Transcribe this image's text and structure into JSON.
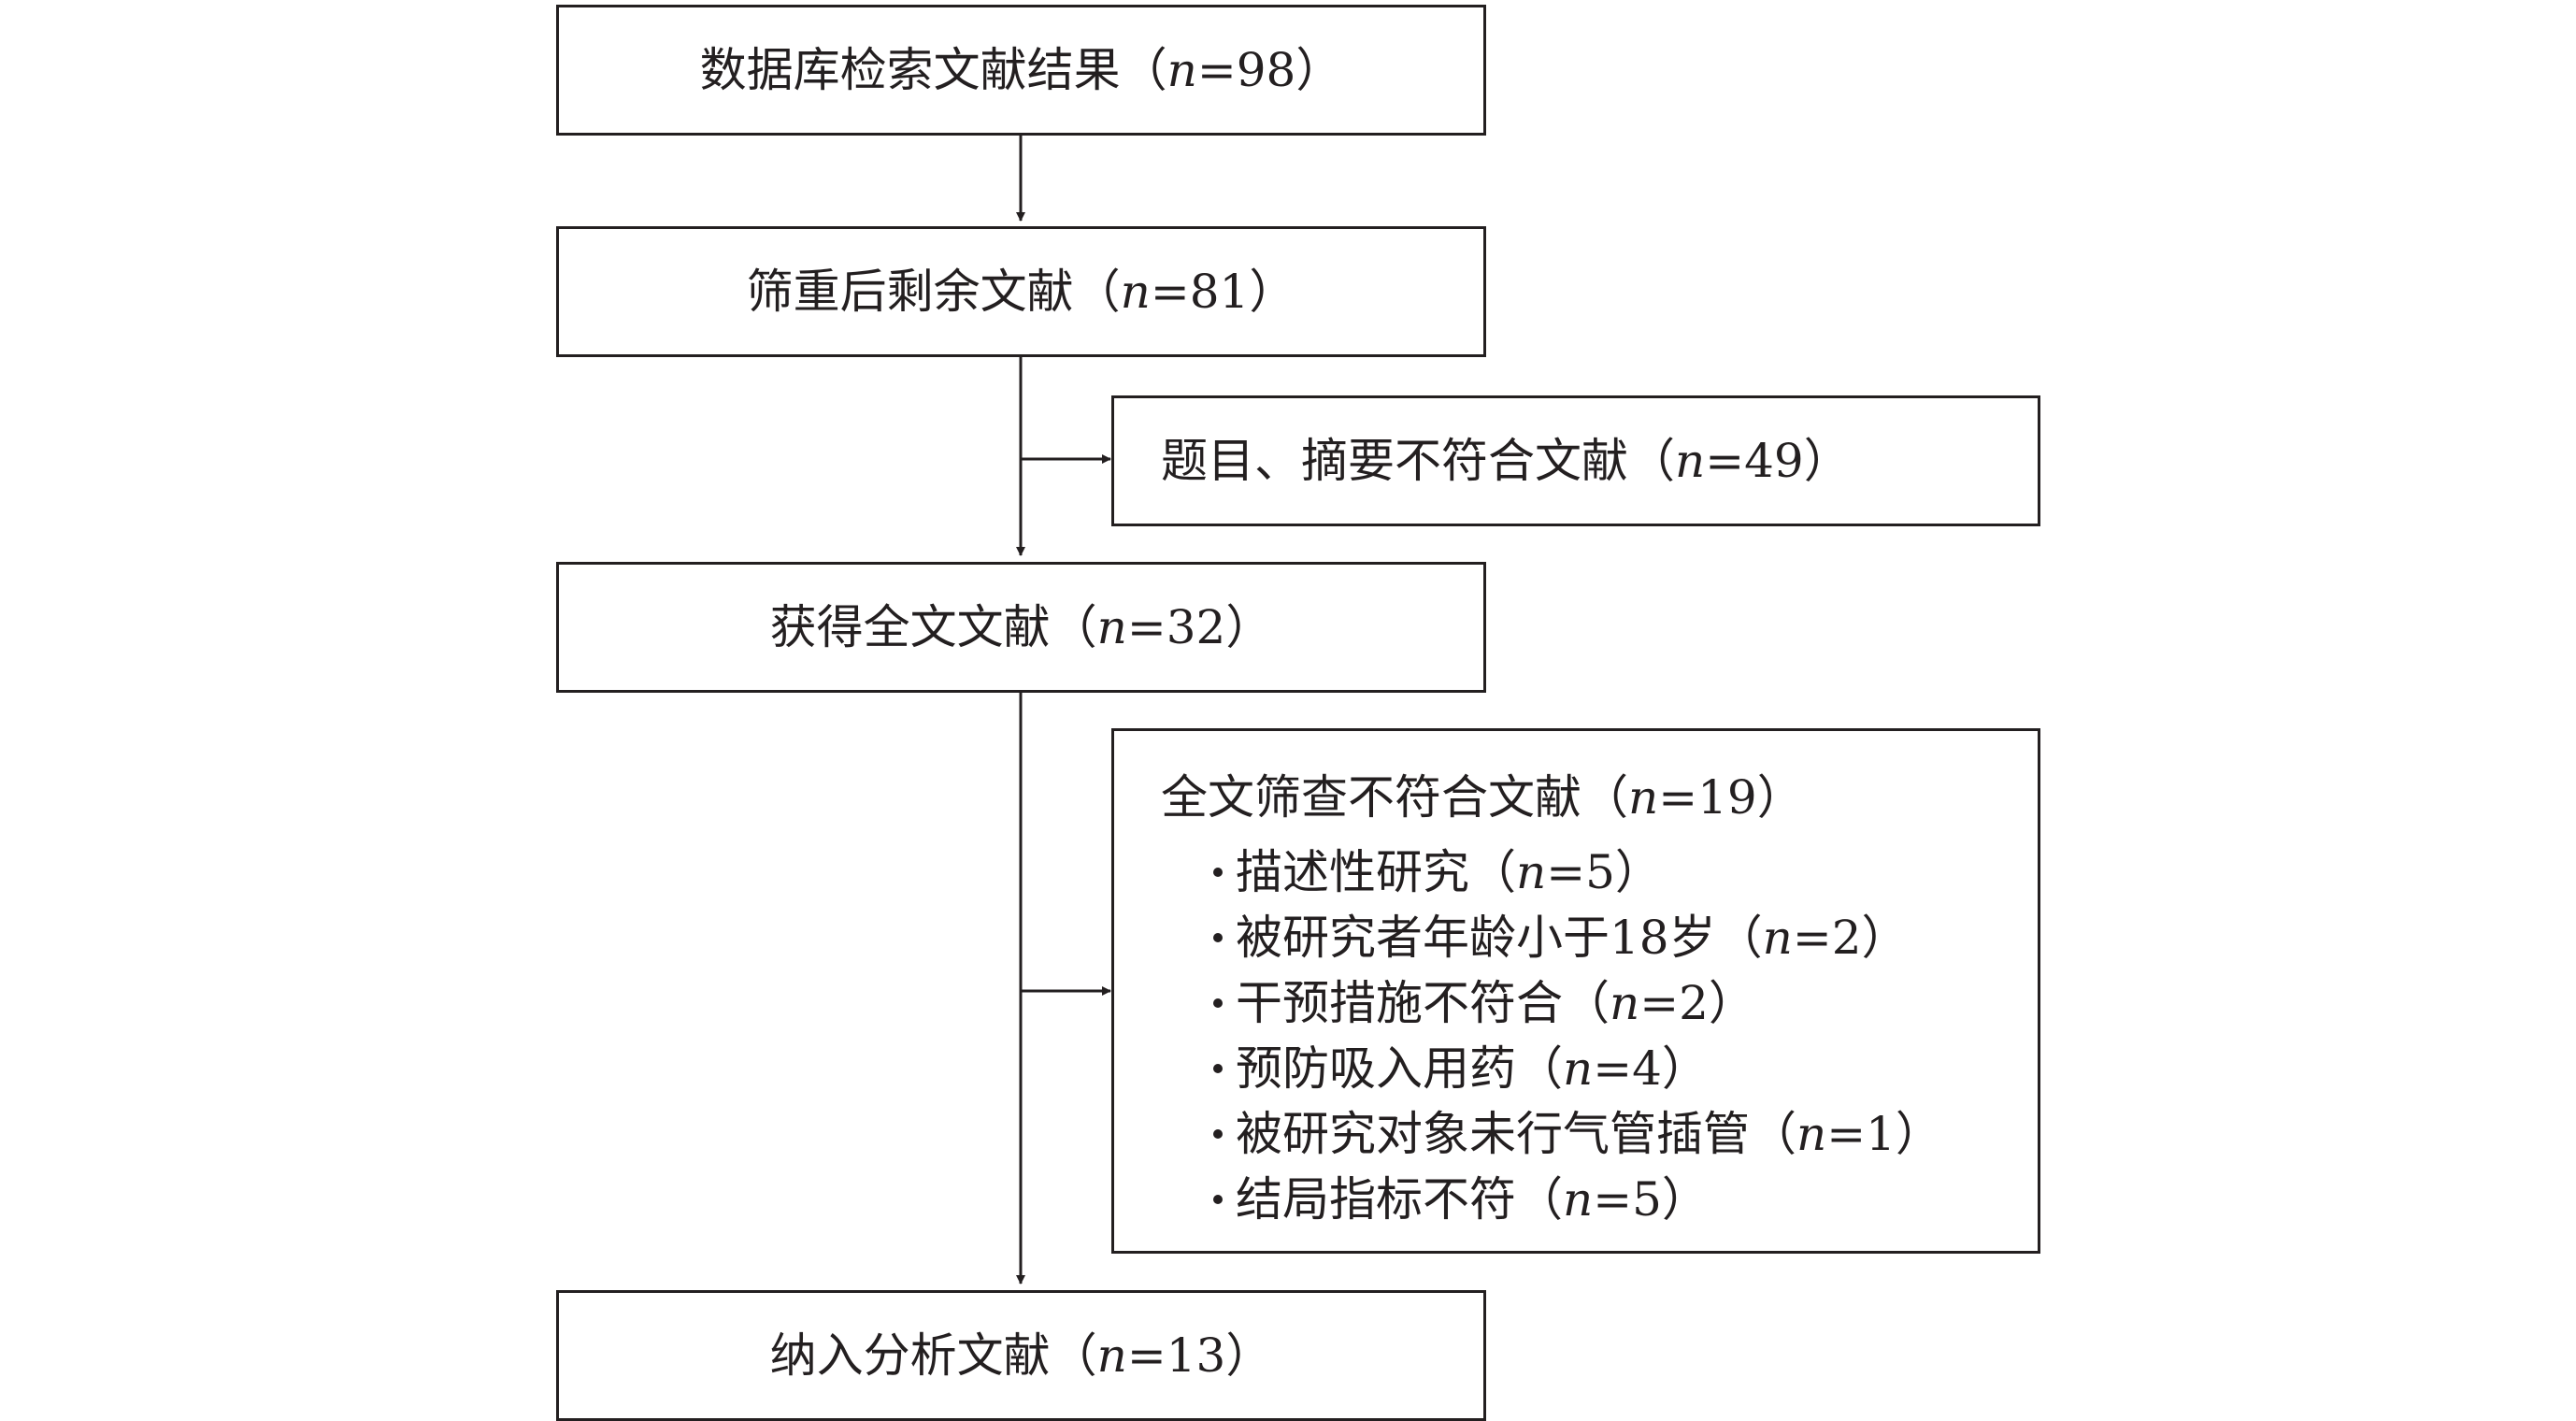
{
  "boxes": {
    "search": {
      "text": "数据库检索文献结果（",
      "n": "n",
      "value": "=98）"
    },
    "dedup": {
      "text": "筛重后剩余文献（",
      "n": "n",
      "value": "=81）"
    },
    "exclude1": {
      "text": "题目、摘要不符合文献（",
      "n": "n",
      "value": "=49）"
    },
    "fulltext": {
      "text": "获得全文文献（",
      "n": "n",
      "value": "=32）"
    },
    "exclude2": {
      "text": "全文筛查不符合文献（",
      "n": "n",
      "value": "=19）",
      "reasons": [
        {
          "text": "描述性研究（",
          "n": "n",
          "value": "=5）"
        },
        {
          "text": "被研究者年龄小于18岁（",
          "n": "n",
          "value": "=2）"
        },
        {
          "text": "干预措施不符合（",
          "n": "n",
          "value": "=2）"
        },
        {
          "text": "预防吸入用药（",
          "n": "n",
          "value": "=4）"
        },
        {
          "text": "被研究对象未行气管插管（",
          "n": "n",
          "value": "=1）"
        },
        {
          "text": "结局指标不符（",
          "n": "n",
          "value": "=5）"
        }
      ]
    },
    "included": {
      "text": "纳入分析文献（",
      "n": "n",
      "value": "=13）"
    }
  },
  "colors": {
    "line": "#231f20",
    "background": "#ffffff"
  }
}
